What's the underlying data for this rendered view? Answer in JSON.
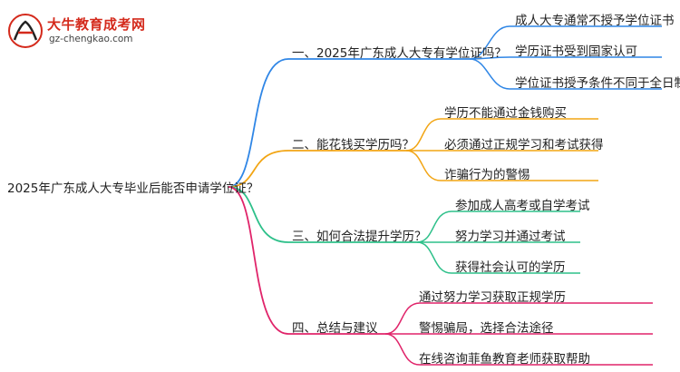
{
  "logo": {
    "title": "大牛教育成考网",
    "url": "gz-chengkao.com"
  },
  "root": "2025年广东成人大专毕业后能否申请学位证？",
  "branches": [
    {
      "label": "一、2025年广东成人大专有学位证吗？",
      "color": "#2f86e6",
      "children": [
        "成人大专通常不授予学位证书",
        "学历证书受到国家认可",
        "学位证书授予条件不同于全日制教育"
      ]
    },
    {
      "label": "二、能花钱买学历吗？",
      "color": "#f2a514",
      "children": [
        "学历不能通过金钱购买",
        "必须通过正规学习和考试获得",
        "诈骗行为的警惕"
      ]
    },
    {
      "label": "三、如何合法提升学历？",
      "color": "#2ec08a",
      "children": [
        "参加成人高考或自学考试",
        "努力学习并通过考试",
        "获得社会认可的学历"
      ]
    },
    {
      "label": "四、总结与建议",
      "color": "#e0246a",
      "children": [
        "通过努力学习获取正规学历",
        "警惕骗局，选择合法途径",
        "在线咨询菲鱼教育老师获取帮助"
      ]
    }
  ]
}
